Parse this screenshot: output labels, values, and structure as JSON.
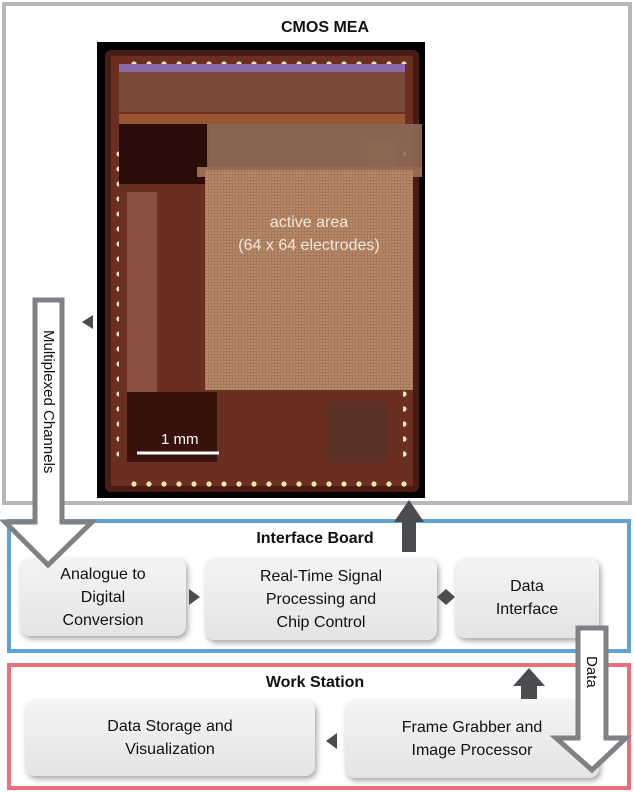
{
  "cmos_mea": {
    "title": "CMOS MEA",
    "active_area_line1": "active area",
    "active_area_line2": "(64 x 64 electrodes)",
    "scale_bar": "1 mm"
  },
  "interface_board": {
    "title": "Interface Board",
    "blocks": [
      {
        "label": "Analogue to\nDigital\nConversion"
      },
      {
        "label": "Real-Time Signal\nProcessing and\nChip Control"
      },
      {
        "label": "Data\nInterface"
      }
    ]
  },
  "work_station": {
    "title": "Work Station",
    "blocks": [
      {
        "label": "Data Storage and\nVisualization"
      },
      {
        "label": "Frame Grabber and\nImage Processor"
      }
    ]
  },
  "arrows": {
    "multiplexed": "Multiplexed Channels",
    "data": "Data"
  },
  "colors": {
    "mea_frame": "#b5b8bb",
    "interface_frame": "#5fa3d6",
    "workstation_frame": "#e8707a",
    "arrow_dark": "#4a4c50"
  }
}
